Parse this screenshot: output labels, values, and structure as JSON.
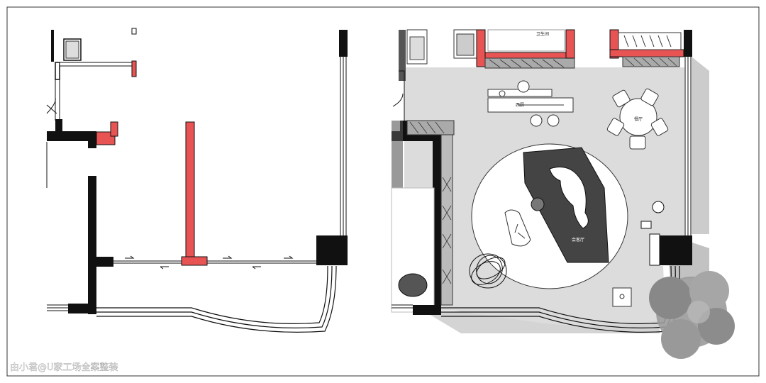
{
  "labels": {
    "bathroom": "卫生间",
    "western_kitchen": "西厨",
    "dining_room": "餐厅",
    "tea_room": "会客厅"
  },
  "watermark": "由小君@U家工场全案整装",
  "colors": {
    "wall": "#111111",
    "new_wall": "#e85454",
    "floor": "#dcdcdc",
    "shadow": "#9a9a9a",
    "frame_border": "#333333"
  }
}
